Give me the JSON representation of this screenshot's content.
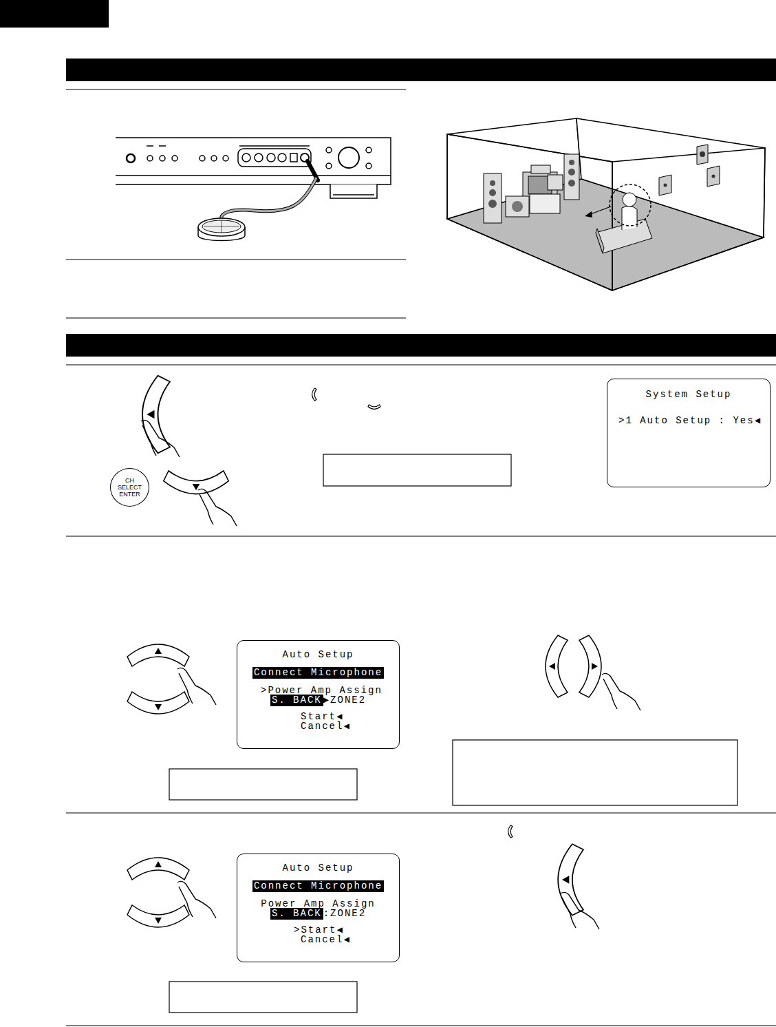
{
  "diagram": {
    "nodes": [
      {
        "text": [
          "CH SELECT ENTER"
        ]
      },
      {
        "text": [
          "System Setup",
          ">1 Auto Setup : Yes◀"
        ]
      },
      {
        "text": [
          "Auto Setup",
          "Connect Microphone",
          ">Power Amp Assign",
          "S. BACK",
          "▶ZONE2",
          "Start◀",
          "Cancel◀"
        ]
      },
      {
        "text": [
          "Auto Setup",
          "Connect Microphone",
          "Power Amp Assign",
          "S. BACK",
          ":ZONE2",
          ">Start◀",
          "Cancel◀"
        ]
      }
    ]
  }
}
